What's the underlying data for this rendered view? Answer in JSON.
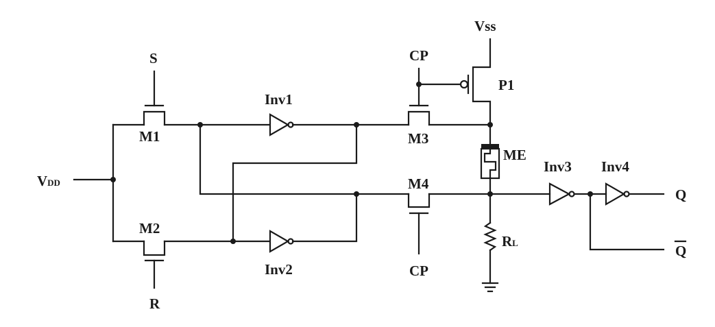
{
  "labels": {
    "vss": "Vss",
    "cp_top": "CP",
    "p1": "P1",
    "s": "S",
    "inv1": "Inv1",
    "m1": "M1",
    "m3": "M3",
    "me": "ME",
    "inv3": "Inv3",
    "inv4": "Inv4",
    "vdd_main": "V",
    "vdd_sub": "DD",
    "m4": "M4",
    "q": "Q",
    "m2": "M2",
    "rl_main": "R",
    "rl_sub": "L",
    "q_bar": "Q",
    "inv2": "Inv2",
    "cp_bottom": "CP",
    "r": "R"
  }
}
